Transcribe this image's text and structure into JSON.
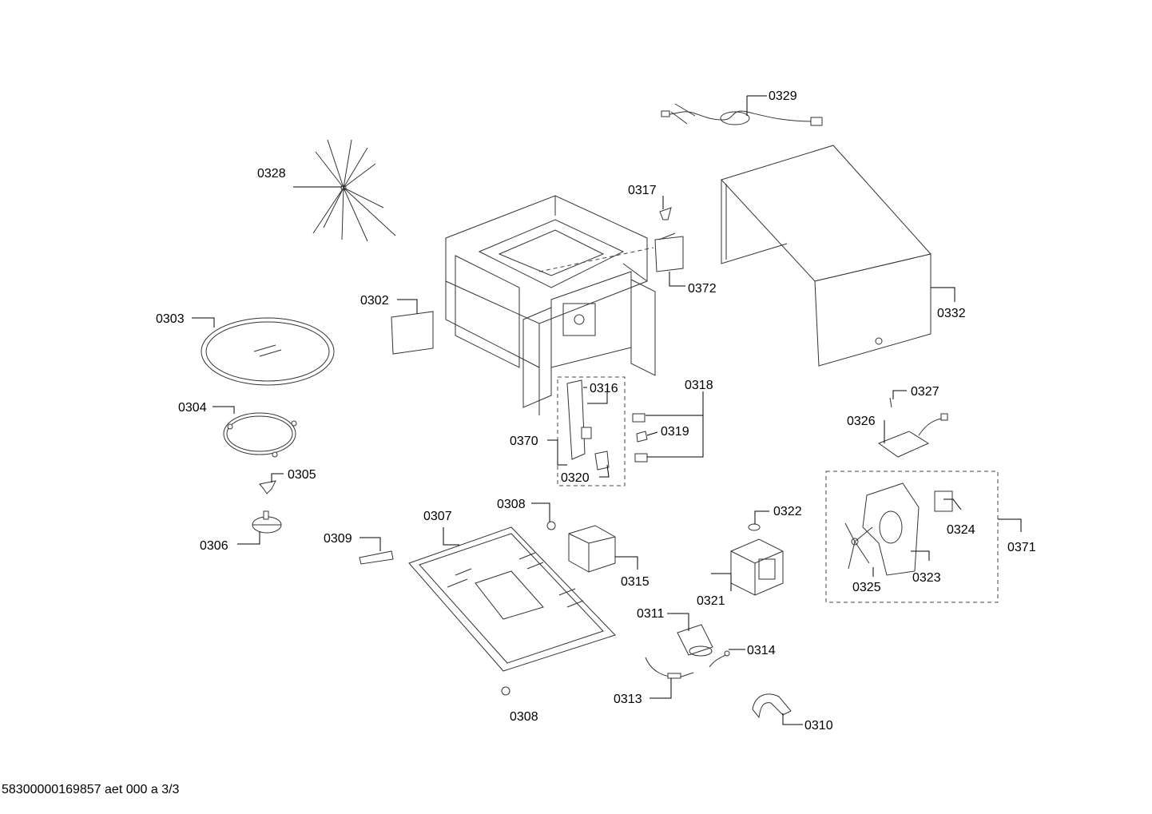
{
  "document_code": "58300000169857 aet 000 a 3/3",
  "part_labels": {
    "p0302": "0302",
    "p0303": "0303",
    "p0304": "0304",
    "p0305": "0305",
    "p0306": "0306",
    "p0307": "0307",
    "p0308a": "0308",
    "p0308b": "0308",
    "p0309": "0309",
    "p0310": "0310",
    "p0311": "0311",
    "p0313": "0313",
    "p0314": "0314",
    "p0315": "0315",
    "p0316": "0316",
    "p0317": "0317",
    "p0318": "0318",
    "p0319": "0319",
    "p0320": "0320",
    "p0321": "0321",
    "p0322": "0322",
    "p0323": "0323",
    "p0324": "0324",
    "p0325": "0325",
    "p0326": "0326",
    "p0327": "0327",
    "p0328": "0328",
    "p0329": "0329",
    "p0332": "0332",
    "p0370": "0370",
    "p0371": "0371",
    "p0372": "0372"
  }
}
